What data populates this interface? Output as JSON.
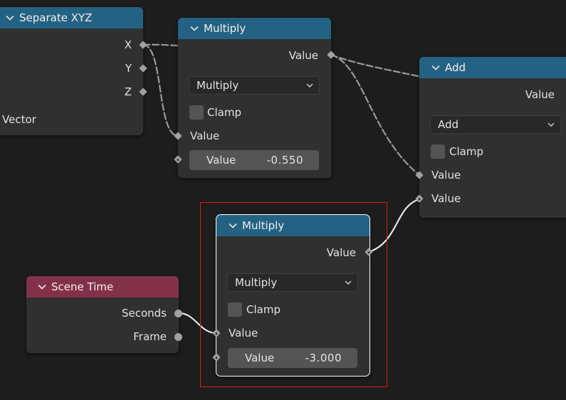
{
  "nodes": {
    "separate_xyz": {
      "title": "Separate XYZ",
      "outputs": [
        "X",
        "Y",
        "Z"
      ],
      "input": "Vector"
    },
    "multiply_top": {
      "title": "Multiply",
      "output": "Value",
      "operation": "Multiply",
      "clamp_label": "Clamp",
      "input_label": "Value",
      "field_label": "Value",
      "field_value": "-0.550"
    },
    "add": {
      "title": "Add",
      "output": "Value",
      "operation": "Add",
      "clamp_label": "Clamp",
      "input1_label": "Value",
      "input2_label": "Value"
    },
    "multiply_bottom": {
      "title": "Multiply",
      "output": "Value",
      "operation": "Multiply",
      "clamp_label": "Clamp",
      "input_label": "Value",
      "field_label": "Value",
      "field_value": "-3.000"
    },
    "scene_time": {
      "title": "Scene Time",
      "outputs": [
        "Seconds",
        "Frame"
      ]
    }
  },
  "colors": {
    "header_math": "#246283",
    "header_input": "#83314a",
    "selection_box": "#e0191b",
    "canvas": "#1d1d1d"
  },
  "icons": {
    "collapse": "chevron-down-icon",
    "dropdown": "caret-down-icon"
  }
}
